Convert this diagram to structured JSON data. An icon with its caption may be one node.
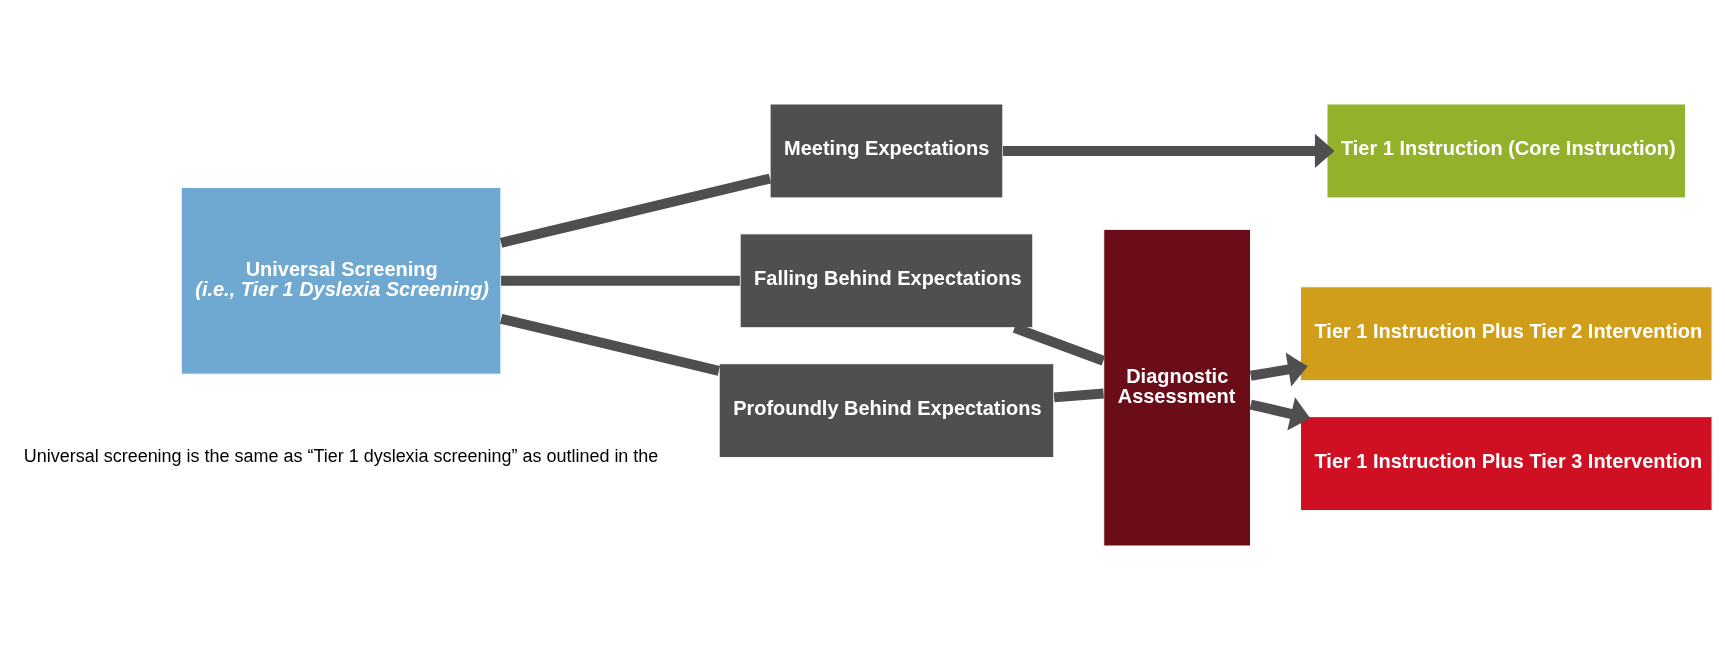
{
  "diagram": {
    "nodes": [
      {
        "text": [
          "Universal Screening",
          "(i.e., Tier 1 Dyslexia Screening)"
        ]
      },
      {
        "text": [
          "Meeting Expectations"
        ]
      },
      {
        "text": [
          "Falling Behind Expectations"
        ]
      },
      {
        "text": [
          "Profoundly Behind Expectations"
        ]
      },
      {
        "text": [
          "Diagnostic Assessment"
        ]
      },
      {
        "text": [
          "Tier 1 Instruction (Core Instruction)"
        ]
      },
      {
        "text": [
          "Tier 1 Instruction Plus Tier 2 Intervention"
        ]
      },
      {
        "text": [
          "Tier 1 Instruction Plus Tier 3 Intervention"
        ]
      }
    ],
    "edges": [
      {
        "from": 0,
        "to": 1,
        "arrow": "none"
      },
      {
        "from": 0,
        "to": 2,
        "arrow": "none"
      },
      {
        "from": 0,
        "to": 3,
        "arrow": "none"
      },
      {
        "from": 1,
        "to": 5,
        "arrow": "to"
      },
      {
        "from": 2,
        "to": 4,
        "arrow": "none"
      },
      {
        "from": 3,
        "to": 4,
        "arrow": "none"
      },
      {
        "from": 4,
        "to": 6,
        "arrow": "to"
      },
      {
        "from": 4,
        "to": 7,
        "arrow": "to"
      }
    ],
    "labels": [
      "Universal screening is the same as “Tier 1 dyslexia screening” as outlined in the"
    ]
  }
}
